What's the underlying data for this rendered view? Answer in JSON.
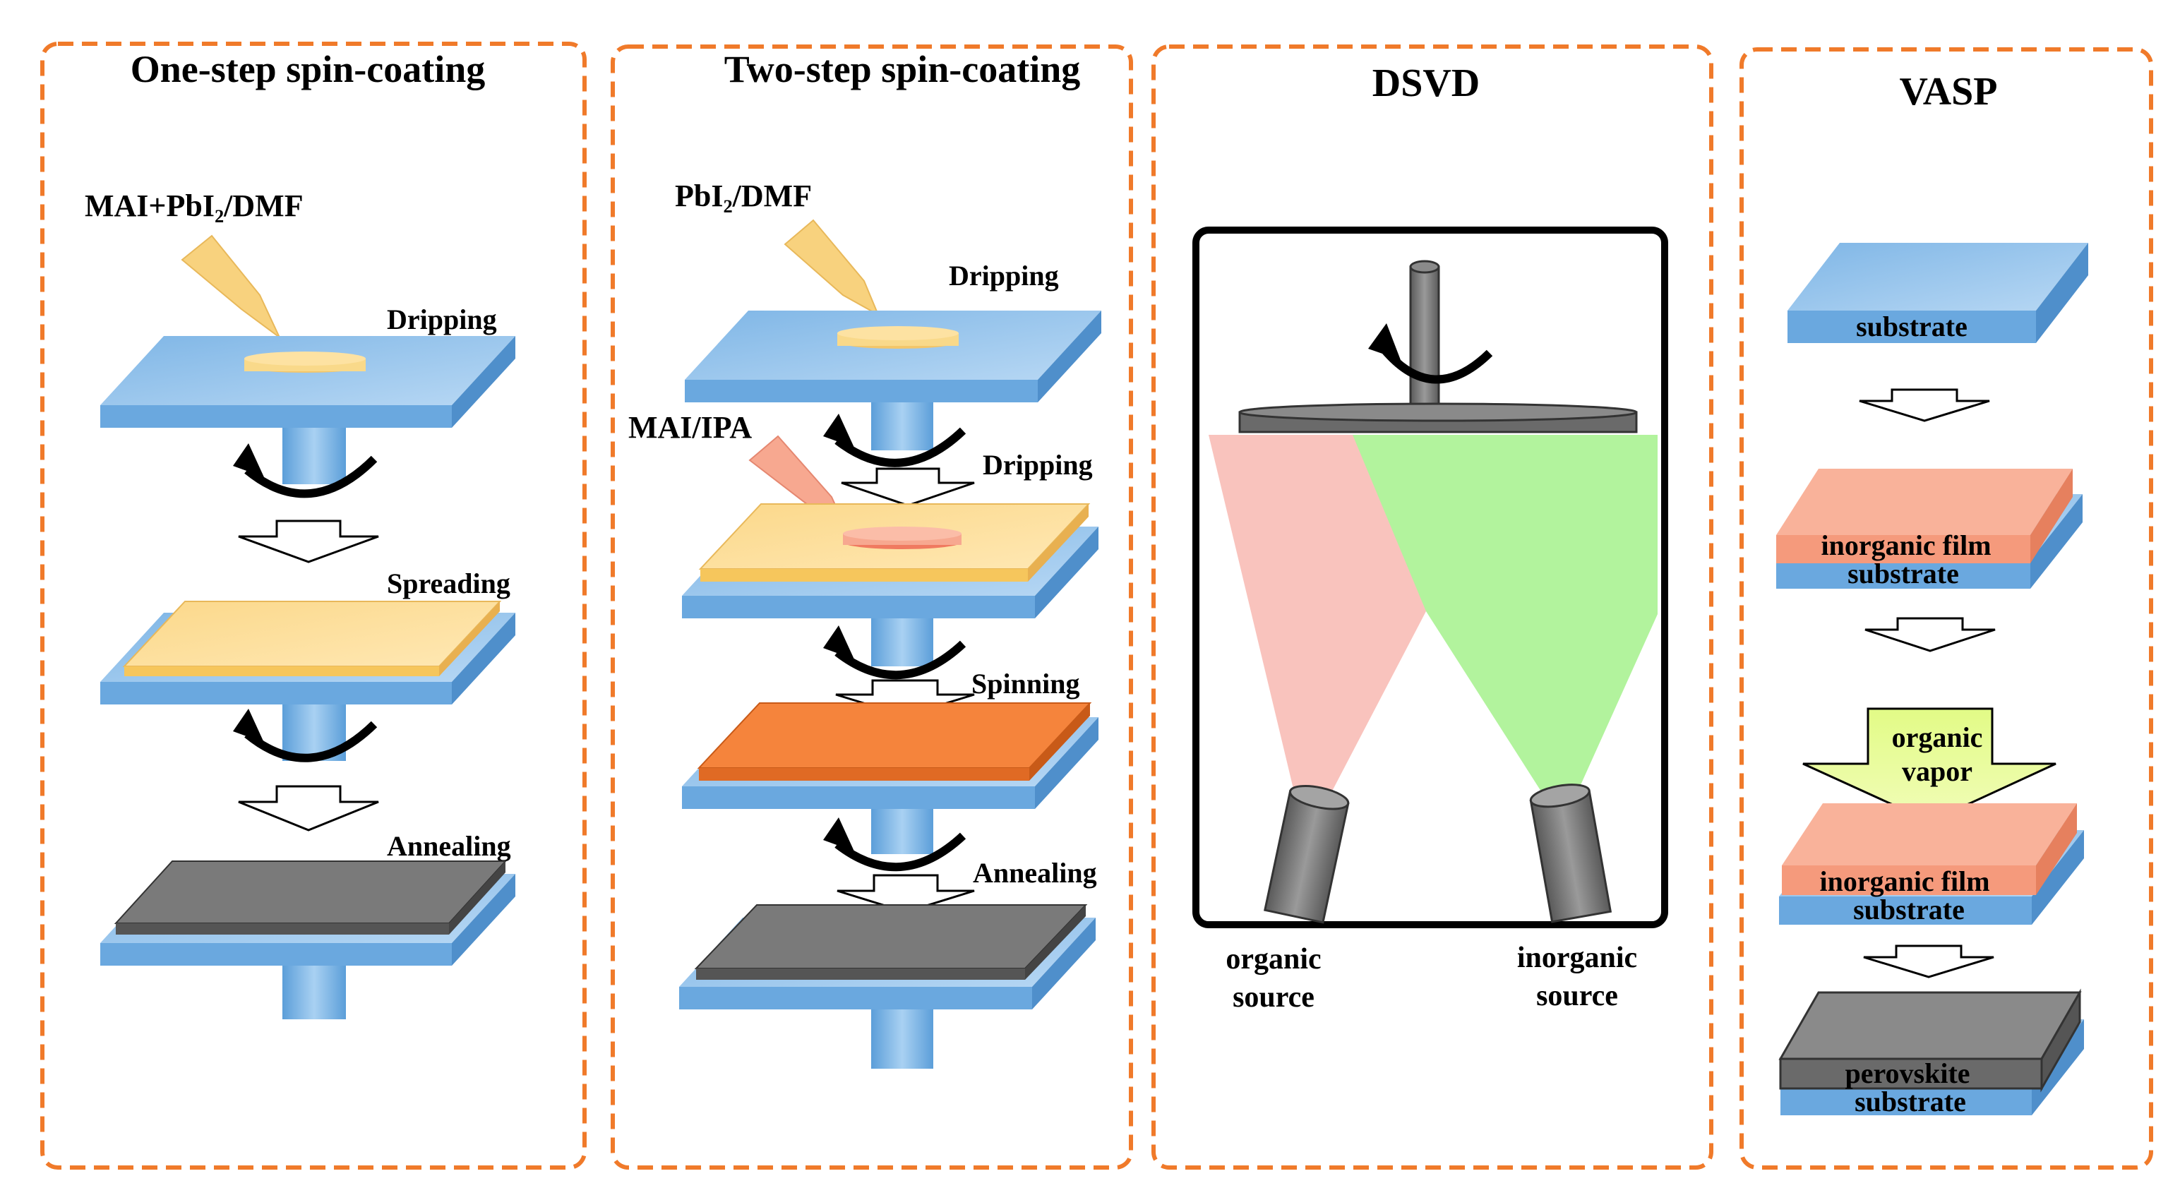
{
  "panels": [
    {
      "title": "One-step spin-coating",
      "precursor": "MAI+PbI₂/DMF",
      "steps": [
        "Dripping",
        "Spreading",
        "Annealing"
      ]
    },
    {
      "title": "Two-step spin-coating",
      "precursor": "PbI₂/DMF",
      "precursor2": "MAI/IPA",
      "steps": [
        "Dripping",
        "Dripping",
        "Spinning",
        "Annealing"
      ]
    },
    {
      "title": "DSVD",
      "source_left": [
        "organic",
        "source"
      ],
      "source_right": [
        "inorganic",
        "source"
      ]
    },
    {
      "title": "VASP",
      "layers": {
        "substrate": "substrate",
        "inorganic": "inorganic film",
        "perovskite": "perovskite"
      },
      "vapor": [
        "organic",
        "vapor"
      ]
    }
  ],
  "colors": {
    "frame": "#f07a2a",
    "substrate_top": "#a9cdee",
    "substrate_front": "#6aa8df",
    "solution": "#f9d98a",
    "pbi2_film": "#fbdc8c",
    "intermediate": "#f5843c",
    "perovskite": "#7a7a7a",
    "inorganic_film": "#f8a88a",
    "organic_beam": "#f9c3bd",
    "inorganic_beam": "#b2f39d",
    "vapor_arrow": "#e6fb8e"
  }
}
